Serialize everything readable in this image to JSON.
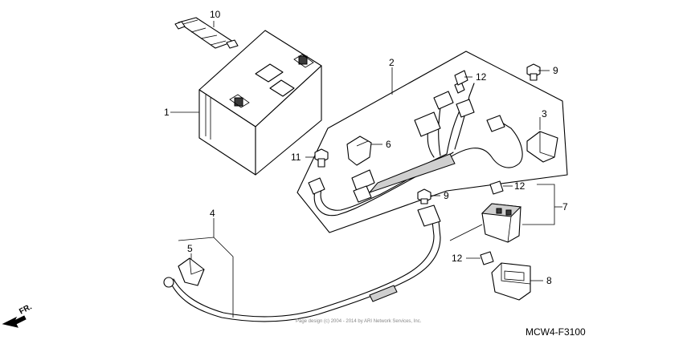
{
  "diagram": {
    "code": "MCW4-F3100",
    "front_marker": "FR.",
    "copyright": "Page design (c) 2004 - 2014 by ARI Network Services, Inc."
  },
  "callouts": [
    {
      "id": "c10",
      "label": "10"
    },
    {
      "id": "c1",
      "label": "1"
    },
    {
      "id": "c2",
      "label": "2"
    },
    {
      "id": "c12a",
      "label": "12"
    },
    {
      "id": "c9a",
      "label": "9"
    },
    {
      "id": "c3",
      "label": "3"
    },
    {
      "id": "c6",
      "label": "6"
    },
    {
      "id": "c11",
      "label": "11"
    },
    {
      "id": "c9b",
      "label": "9"
    },
    {
      "id": "c12b",
      "label": "12"
    },
    {
      "id": "c7",
      "label": "7"
    },
    {
      "id": "c4",
      "label": "4"
    },
    {
      "id": "c5",
      "label": "5"
    },
    {
      "id": "c12c",
      "label": "12"
    },
    {
      "id": "c8",
      "label": "8"
    }
  ]
}
